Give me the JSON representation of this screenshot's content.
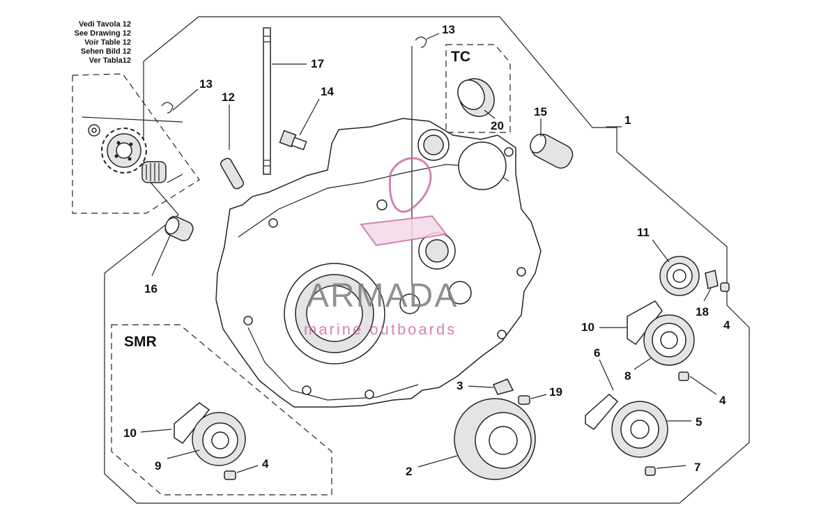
{
  "reference_note": [
    "Vedi Tavola 12",
    "See Drawing 12",
    "Voir Table 12",
    "Sehen Bild 12",
    "Ver Tabla12"
  ],
  "groups": {
    "tc": "TC",
    "smr": "SMR"
  },
  "watermark": {
    "brand": "ARMADA",
    "tagline": "marine outboards",
    "color": "#c86fa4"
  },
  "callouts": [
    {
      "id": "c1",
      "label": "1"
    },
    {
      "id": "c2",
      "label": "2"
    },
    {
      "id": "c3",
      "label": "3"
    },
    {
      "id": "c4a",
      "label": "4"
    },
    {
      "id": "c4b",
      "label": "4"
    },
    {
      "id": "c4c",
      "label": "4"
    },
    {
      "id": "c5",
      "label": "5"
    },
    {
      "id": "c6",
      "label": "6"
    },
    {
      "id": "c7",
      "label": "7"
    },
    {
      "id": "c8",
      "label": "8"
    },
    {
      "id": "c9",
      "label": "9"
    },
    {
      "id": "c10a",
      "label": "10"
    },
    {
      "id": "c10b",
      "label": "10"
    },
    {
      "id": "c11",
      "label": "11"
    },
    {
      "id": "c12",
      "label": "12"
    },
    {
      "id": "c13a",
      "label": "13"
    },
    {
      "id": "c13b",
      "label": "13"
    },
    {
      "id": "c14",
      "label": "14"
    },
    {
      "id": "c15",
      "label": "15"
    },
    {
      "id": "c16",
      "label": "16"
    },
    {
      "id": "c17",
      "label": "17"
    },
    {
      "id": "c18",
      "label": "18"
    },
    {
      "id": "c19",
      "label": "19"
    },
    {
      "id": "c20",
      "label": "20"
    }
  ]
}
